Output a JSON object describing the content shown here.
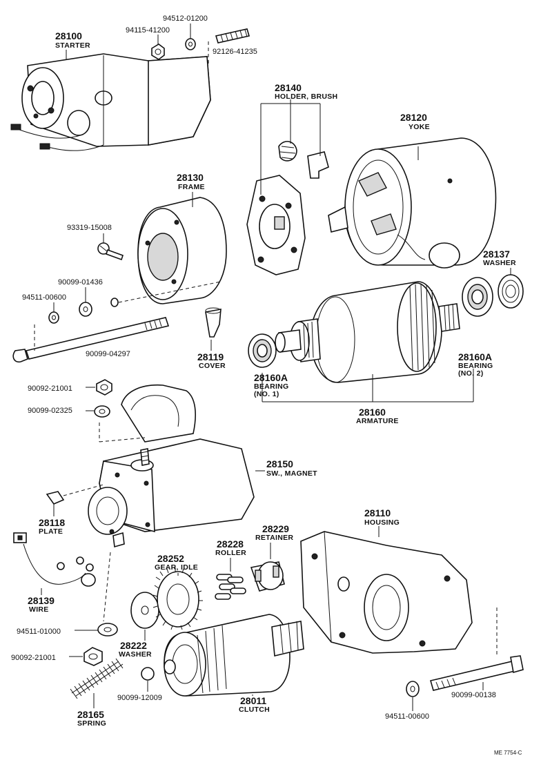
{
  "parts": {
    "starter": {
      "number": "28100",
      "name": "STARTER"
    },
    "holder_brush": {
      "number": "28140",
      "name": "HOLDER, BRUSH"
    },
    "yoke": {
      "number": "28120",
      "name": "YOKE"
    },
    "frame": {
      "number": "28130",
      "name": "FRAME"
    },
    "washer_28137": {
      "number": "28137",
      "name": "WASHER"
    },
    "cover": {
      "number": "28119",
      "name": "COVER"
    },
    "bearing_no1": {
      "number": "28160A",
      "name": "BEARING",
      "note": "(NO. 1)"
    },
    "bearing_no2": {
      "number": "28160A",
      "name": "BEARING",
      "note": "(NO. 2)"
    },
    "armature": {
      "number": "28160",
      "name": "ARMATURE"
    },
    "sw_magnet": {
      "number": "28150",
      "name": "SW., MAGNET"
    },
    "plate": {
      "number": "28118",
      "name": "PLATE"
    },
    "housing": {
      "number": "28110",
      "name": "HOUSING"
    },
    "retainer": {
      "number": "28229",
      "name": "RETAINER"
    },
    "roller": {
      "number": "28228",
      "name": "ROLLER"
    },
    "gear_idle": {
      "number": "28252",
      "name": "GEAR, IDLE"
    },
    "wire": {
      "number": "28139",
      "name": "WIRE"
    },
    "washer_28222": {
      "number": "28222",
      "name": "WASHER"
    },
    "clutch": {
      "number": "28011",
      "name": "CLUTCH"
    },
    "spring": {
      "number": "28165",
      "name": "SPRING"
    }
  },
  "hardware": {
    "h94512_01200": "94512-01200",
    "h94115_41200": "94115-41200",
    "h92126_41235": "92126-41235",
    "h93319_15008": "93319-15008",
    "h90099_01436": "90099-01436",
    "h94511_00600_a": "94511-00600",
    "h90099_04297": "90099-04297",
    "h90092_21001_a": "90092-21001",
    "h90099_02325": "90099-02325",
    "h94511_01000": "94511-01000",
    "h90092_21001_b": "90092-21001",
    "h90099_12009": "90099-12009",
    "h90099_00138": "90099-00138",
    "h94511_00600_b": "94511-00600"
  },
  "footer": {
    "code": "ME  7754-C"
  }
}
